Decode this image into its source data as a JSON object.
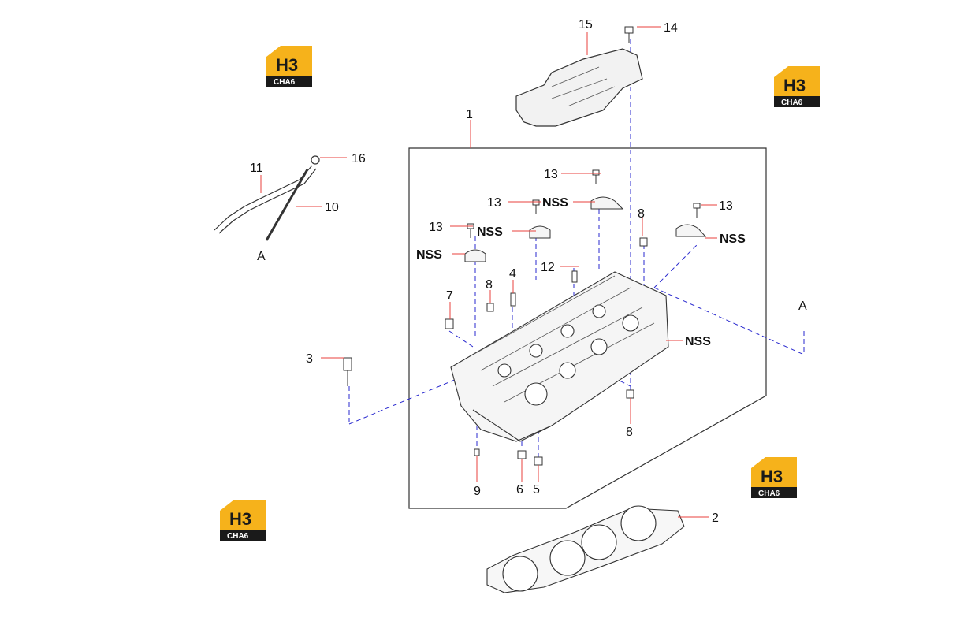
{
  "labels": {
    "part_1": "1",
    "part_2": "2",
    "part_3": "3",
    "part_4": "4",
    "part_5": "5",
    "part_6": "6",
    "part_7": "7",
    "part_8a": "8",
    "part_8b": "8",
    "part_8c": "8",
    "part_9": "9",
    "part_10": "10",
    "part_11": "11",
    "part_12": "12",
    "part_13a": "13",
    "part_13b": "13",
    "part_13c": "13",
    "part_13d": "13",
    "part_14": "14",
    "part_15": "15",
    "part_16": "16",
    "nss_1": "NSS",
    "nss_2": "NSS",
    "nss_3": "NSS",
    "nss_4": "NSS",
    "nss_5": "NSS",
    "ref_a_left": "A",
    "ref_a_right": "A"
  },
  "watermark": {
    "top_text": "H3",
    "bottom_text": "CHA6"
  },
  "colors": {
    "leader_red": "#e8413c",
    "dash_blue": "#2a2acf",
    "line_art": "#333333",
    "logo_yellow": "#f6b21b",
    "logo_black": "#1a1a1a"
  }
}
